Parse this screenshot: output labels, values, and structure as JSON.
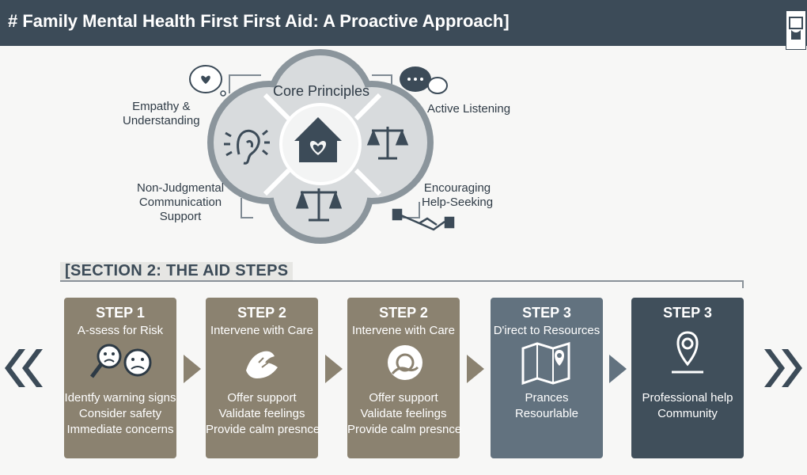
{
  "header": {
    "title": "# Family Mental Health First First Aid: A Proactive Approach]",
    "icon": "hand-book-icon"
  },
  "diagram": {
    "center_label": "Core Principles",
    "labels": {
      "empathy": [
        "Empathy &",
        "Understanding"
      ],
      "active_listening": "Active Listening",
      "non_judgmental": [
        "Non-Judgmental",
        "Communication",
        "Support"
      ],
      "help_seeking": [
        "Encouraging",
        "Help-Seeking"
      ]
    },
    "icons": [
      "heart-bubble-icon",
      "chat-bubbles-icon",
      "ear-icon",
      "house-heart-icon",
      "scales-icon",
      "handshake-icon"
    ]
  },
  "section": {
    "title": "[SECTION 2: THE AID STEPS"
  },
  "steps": [
    {
      "step": "STEP 1",
      "title": "A-ssess for Risk",
      "lines": [
        "Identfy warning signs",
        "Consider safety",
        "Immediate concerns"
      ],
      "icon": "magnifier-sad-face-icon"
    },
    {
      "step": "STEP 2",
      "title": "Intervene with Care",
      "lines": [
        "Offer support",
        "Validate feelings",
        "Provide calm presnce"
      ],
      "icon": "helping-hands-icon"
    },
    {
      "step": "STEP 2",
      "title": "Intervene with Care",
      "lines": [
        "Offer support",
        "Validate feelings",
        "Provide calm presnce"
      ],
      "icon": "hand-heart-icon"
    },
    {
      "step": "STEP 3",
      "title": "D'irect to Resources",
      "lines": [
        "Prances",
        "Resourlable"
      ],
      "icon": "map-pin-icon"
    },
    {
      "step": "STEP 3",
      "title": "",
      "lines": [
        "Professional help",
        "Community"
      ],
      "icon": "location-pin-icon"
    }
  ],
  "colors": {
    "header": "#3c4b58",
    "tan": "#8b8270",
    "slate": "#62727f",
    "dark": "#404f5b"
  }
}
